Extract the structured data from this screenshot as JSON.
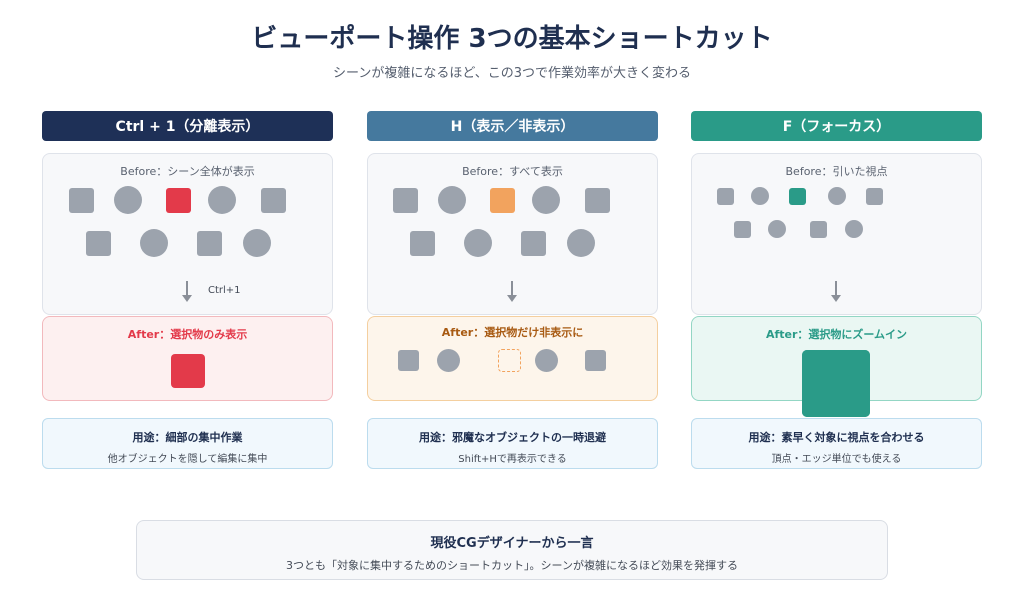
{
  "title": "ビューポート操作 3つの基本ショートカット",
  "subtitle": "シーンが複雑になるほど、この3つで作業効率が大きく変わる",
  "colors": {
    "navy": "#1e3057",
    "blue": "#45799e",
    "teal": "#2a9b88",
    "red": "#e33a4a",
    "orange": "#f2a35e",
    "gray": "#9ca3ad"
  },
  "panels": [
    {
      "header": "Ctrl + 1（分離表示）",
      "before": "Before：シーン全体が表示",
      "arrow_label": "Ctrl+1",
      "after": "After：選択物のみ表示",
      "use_title": "用途：細部の集中作業",
      "use_desc": "他オブジェクトを隠して編集に集中"
    },
    {
      "header": "H（表示／非表示）",
      "before": "Before：すべて表示",
      "arrow_label": "",
      "after": "After：選択物だけ非表示に",
      "use_title": "用途：邪魔なオブジェクトの一時退避",
      "use_desc": "Shift+Hで再表示できる"
    },
    {
      "header": "F（フォーカス）",
      "before": "Before：引いた視点",
      "arrow_label": "",
      "after": "After：選択物にズームイン",
      "use_title": "用途：素早く対象に視点を合わせる",
      "use_desc": "頂点・エッジ単位でも使える"
    }
  ],
  "quote": {
    "title": "現役CGデザイナーから一言",
    "text": "3つとも「対象に集中するためのショートカット」。シーンが複雑になるほど効果を発揮する"
  }
}
